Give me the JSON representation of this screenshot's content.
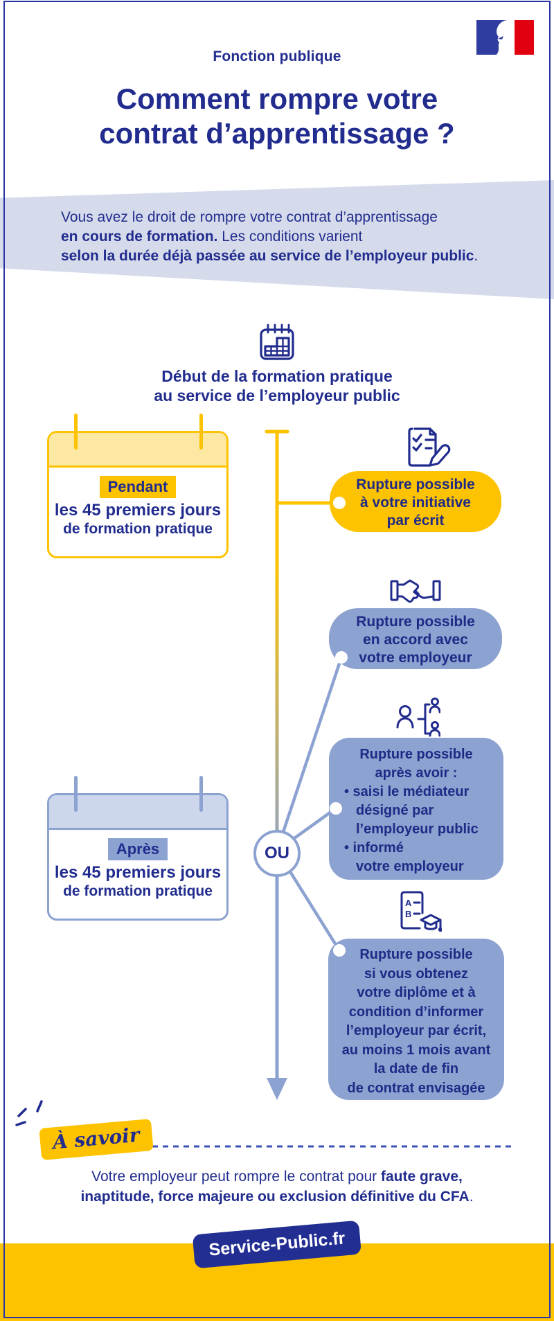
{
  "page": {
    "brand": "Fonction publique",
    "title_line1": "Comment rompre votre",
    "title_line2": "contrat d’apprentissage ?"
  },
  "intro": {
    "line1": "Vous avez le droit de rompre votre contrat d’apprentissage",
    "line2_bold": "en cours de formation.",
    "line2_rest": " Les conditions varient",
    "line3_bold": "selon la durée déjà passée au service de l’employeur public",
    "line3_rest": "."
  },
  "timeline": {
    "heading_line1": "Début de la formation pratique",
    "heading_line2": "au service de l’employeur public",
    "connector_label": "OU"
  },
  "cards": {
    "pendant": {
      "highlight": "Pendant",
      "line1": "les 45 premiers jours",
      "line2": "de formation pratique"
    },
    "apres": {
      "highlight": "Après",
      "line1": "les 45 premiers jours",
      "line2": "de formation pratique"
    }
  },
  "bubbles": {
    "initiative": {
      "lines": [
        "Rupture possible",
        "à votre initiative",
        "par écrit"
      ]
    },
    "accord": {
      "lines": [
        "Rupture possible",
        "en accord avec",
        "votre employeur"
      ]
    },
    "mediateur": {
      "lines": [
        "Rupture possible",
        "après avoir :",
        "• saisi le médiateur",
        "désigné par",
        "l’employeur public",
        "• informé",
        "votre employeur"
      ]
    },
    "diplome": {
      "lines": [
        "Rupture possible",
        "si vous obtenez",
        "votre diplôme et à",
        "condition d’informer",
        "l’employeur par écrit,",
        "au moins 1 mois avant",
        "la date de fin",
        "de contrat envisagée"
      ]
    }
  },
  "note": {
    "badge": "À savoir",
    "line1_regular": "Votre employeur peut rompre le contrat pour ",
    "line1_bold": "faute grave,",
    "line2_bold": "inaptitude, force majeure ou exclusion définitive du CFA",
    "line2_rest": "."
  },
  "footer": {
    "brand": "Service-Public.fr"
  },
  "icons": {
    "diploma_letter_a": "A",
    "diploma_letter_b": "B"
  },
  "colors": {
    "navy": "#212c8e",
    "yellow": "#fdc300",
    "pale_yellow": "#fce8a2",
    "periwinkle": "#8ca2d0",
    "pale_periwinkle": "#cdd7ec",
    "banner_blue": "#d5dbeb",
    "flag_blue": "#2f3da0",
    "flag_red": "#e1000f"
  }
}
